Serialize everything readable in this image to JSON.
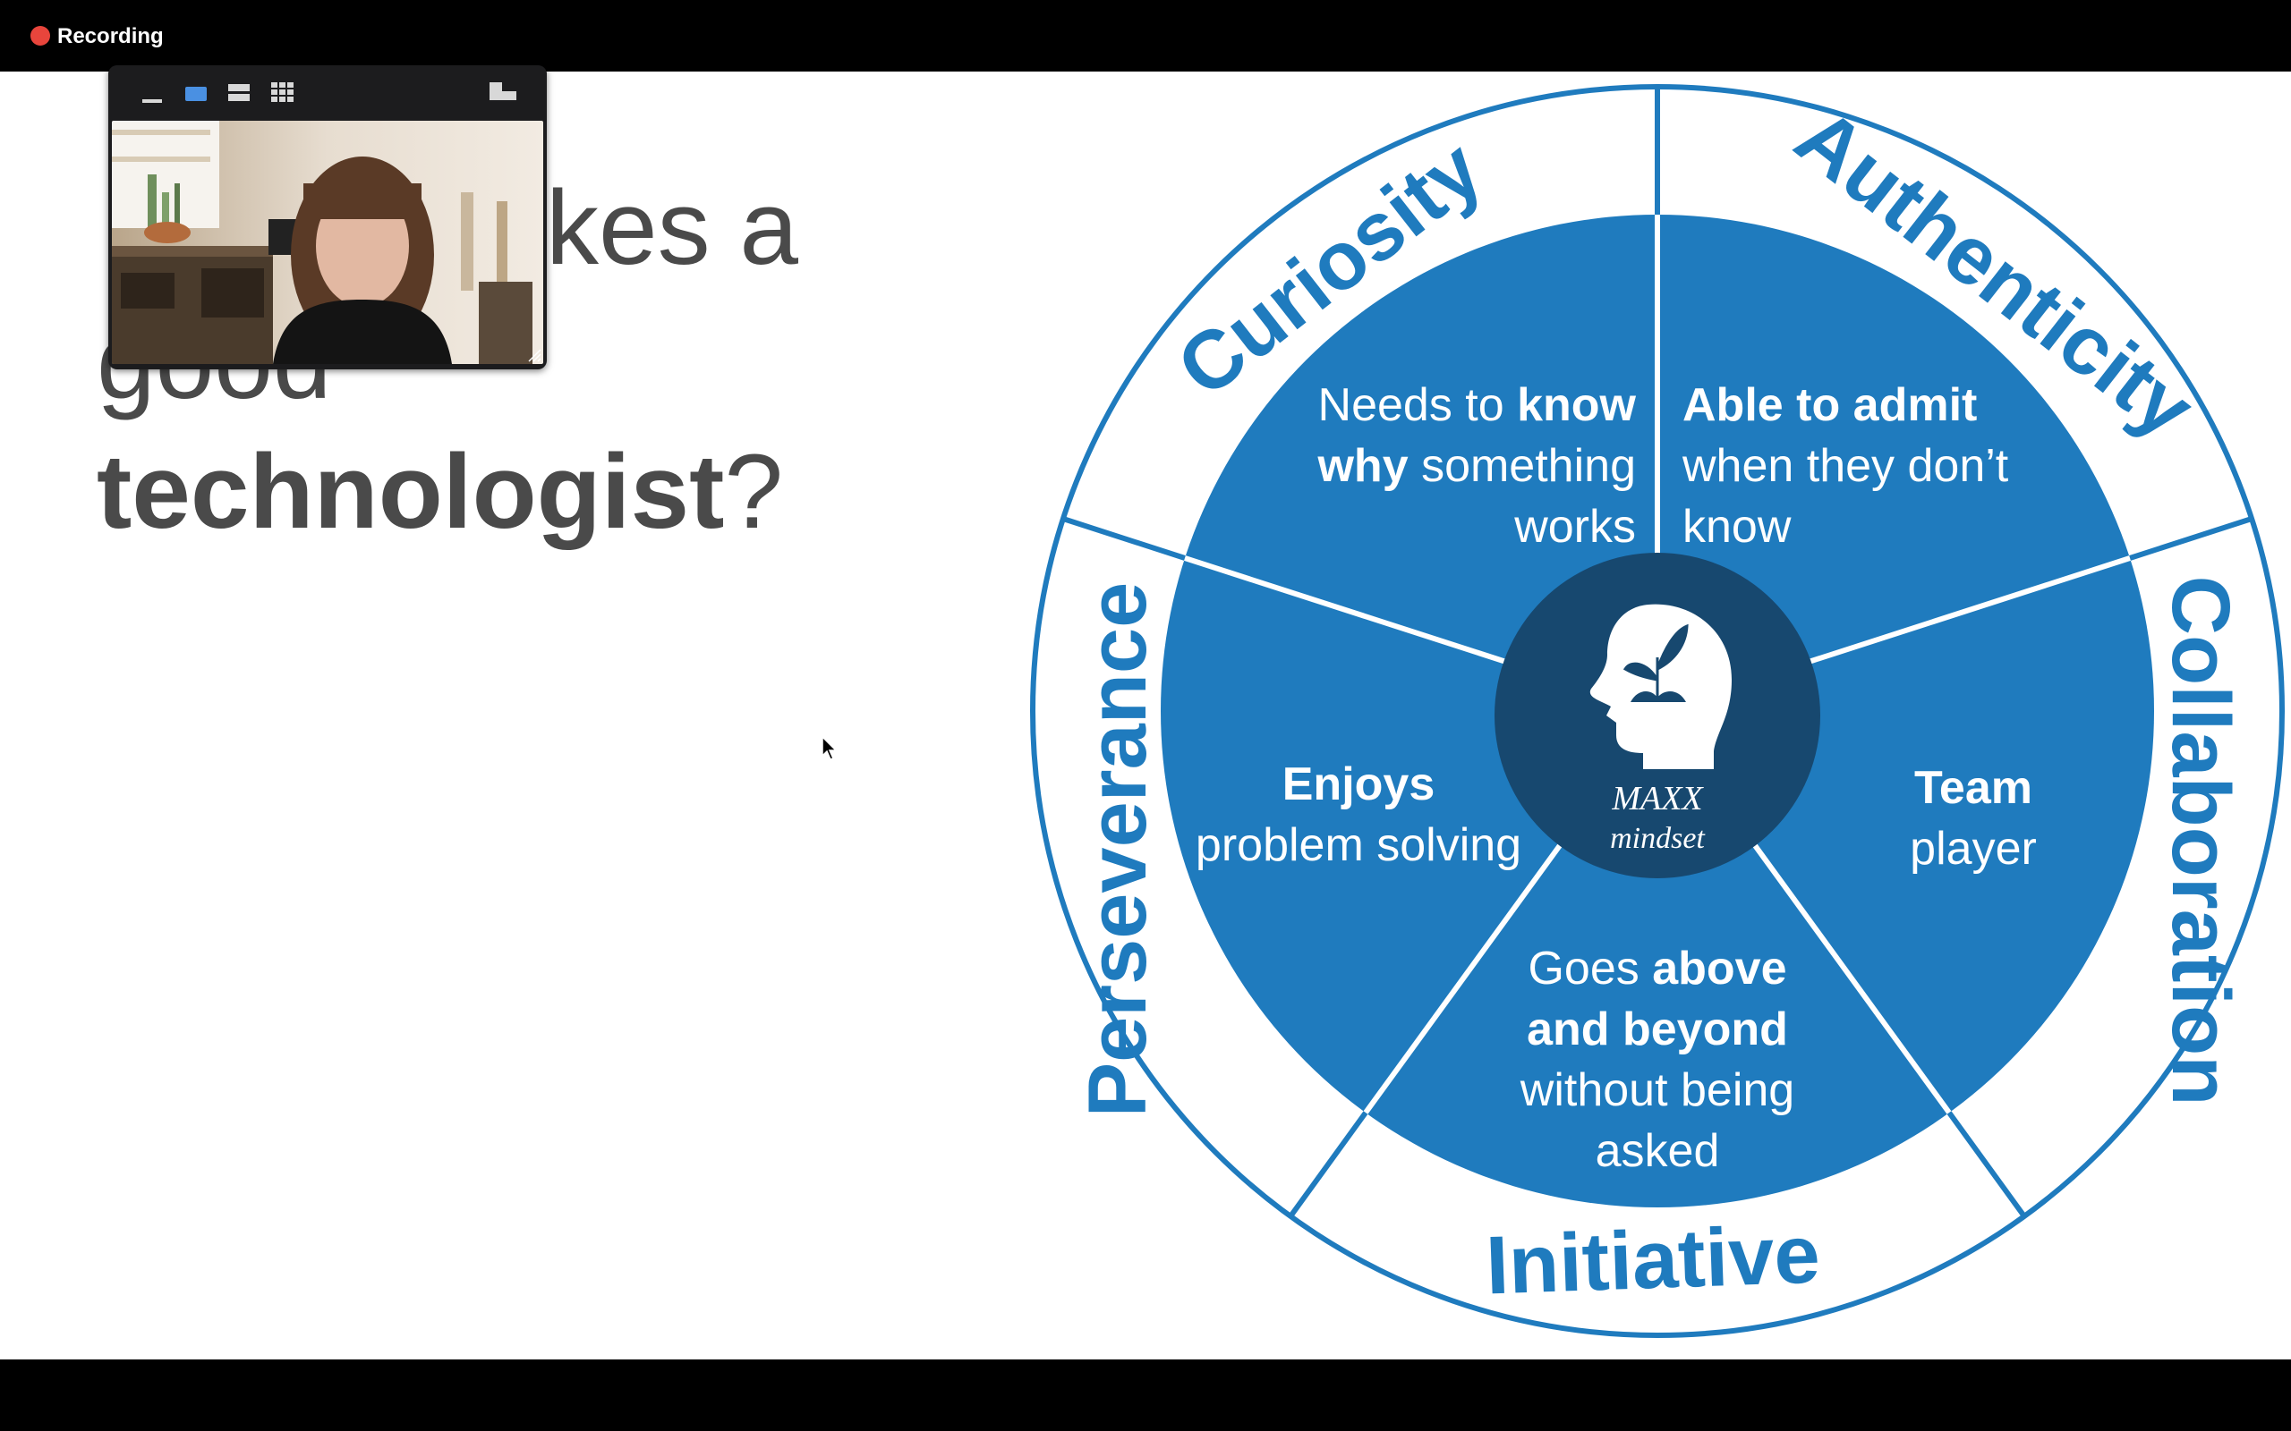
{
  "recording": {
    "label": "Recording",
    "indicator_color": "#e8453c"
  },
  "slide": {
    "title": {
      "line1_visible": "kes a",
      "line2_visible": "good",
      "line3_bold": "technologist",
      "line3_punct": "?"
    },
    "wheel": {
      "center": {
        "line1": "MAXX",
        "line2": "mindset"
      },
      "outer_labels": [
        "Curiosity",
        "Authenticity",
        "Collaboration",
        "Initiative",
        "Perseverance"
      ],
      "segments": {
        "curiosity": {
          "l1a": "Needs to ",
          "l1b": "know",
          "l2a": "why",
          "l2b": " something",
          "l3": "works"
        },
        "authenticity": {
          "l1": "Able to admit",
          "l2": "when they don’t",
          "l3": "know"
        },
        "collaboration": {
          "l1": "Team",
          "l2": "player"
        },
        "initiative": {
          "l1a": "Goes ",
          "l1b": "above",
          "l2": "and beyond",
          "l3": "without being",
          "l4": "asked"
        },
        "perseverance": {
          "l1": "Enjoys",
          "l2": "problem solving"
        }
      },
      "colors": {
        "primary": "#1f7bbe",
        "center": "#17486f",
        "ring_bg": "#ffffff"
      }
    }
  },
  "video": {
    "toolbar": [
      "minimize-icon",
      "single-view-icon",
      "side-view-icon",
      "grid-view-icon",
      "exit-view-icon"
    ]
  }
}
